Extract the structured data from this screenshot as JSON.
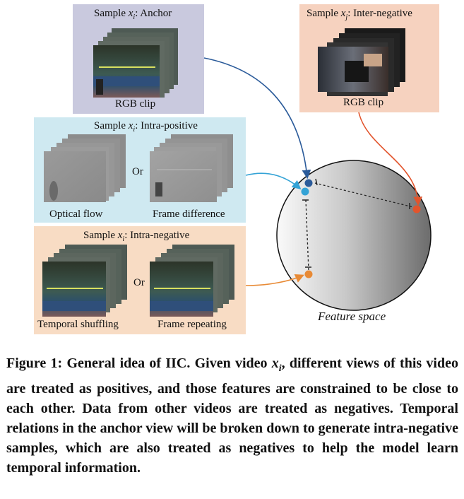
{
  "boxes": {
    "anchor": {
      "title_prefix": "Sample ",
      "var": "x",
      "sub": "i",
      "title_suffix": ": Anchor",
      "clip_label": "RGB clip"
    },
    "inter_negative": {
      "title_prefix": "Sample ",
      "var": "x",
      "sub": "j",
      "title_suffix": ": Inter-negative",
      "clip_label": "RGB clip"
    },
    "intra_positive": {
      "title_prefix": "Sample ",
      "var": "x",
      "sub": "i",
      "title_suffix": ": Intra-positive",
      "left_label": "Optical flow",
      "or": "Or",
      "right_label": "Frame difference"
    },
    "intra_negative": {
      "title_prefix": "Sample ",
      "var": "x",
      "sub": "i",
      "title_suffix": ": Intra-negative",
      "left_label": "Temporal shuffling",
      "or": "Or",
      "right_label": "Frame repeating"
    }
  },
  "feature_space_label": "Feature space",
  "caption": {
    "part1": "Figure 1: General idea of IIC. Given video ",
    "var": "x",
    "sub": "i",
    "part2": ", different views of this video are treated as positives, and those features are constrained to be close to each other. Data from other videos are treated as negatives. Temporal relations in the anchor view will be broken down to generate intra-negative samples, which are also treated as negatives to help the model learn temporal information."
  },
  "colors": {
    "anchor_bg": "#c9c9de",
    "inter_bg": "#f6d2bf",
    "intra_pos_bg": "#cfe9f1",
    "intra_neg_bg": "#f8dcc4",
    "anchor_arrow": "#2b5b9a",
    "intra_pos_arrow": "#34a3d6",
    "intra_neg_arrow": "#e88a35",
    "inter_arrow": "#e2542c"
  }
}
